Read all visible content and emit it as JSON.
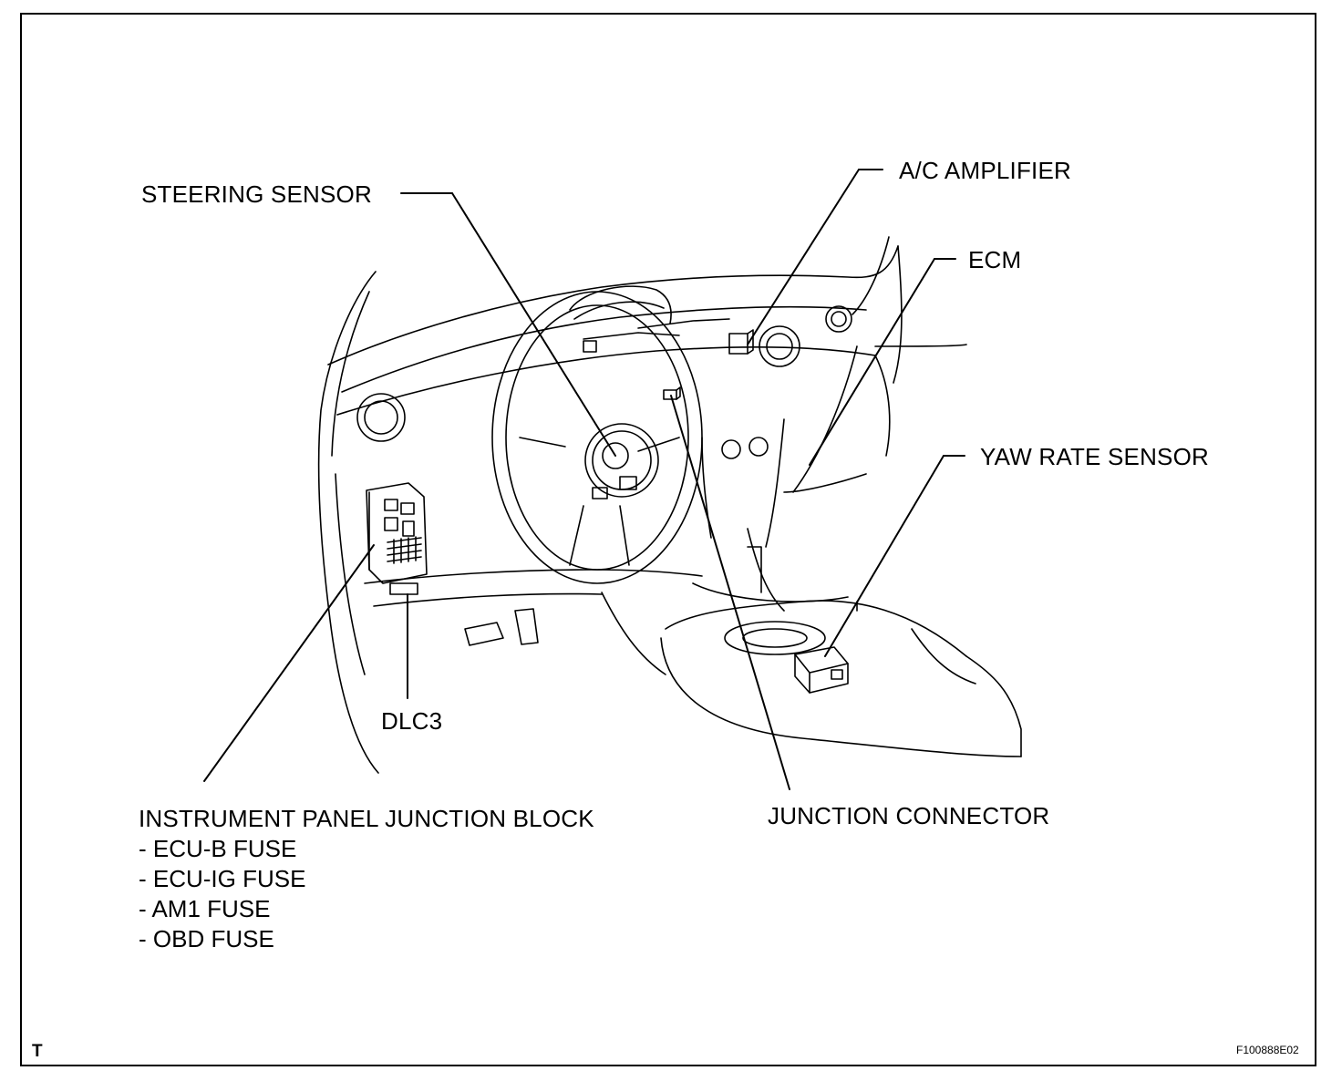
{
  "labels": {
    "steering_sensor": "STEERING SENSOR",
    "ac_amplifier": "A/C AMPLIFIER",
    "ecm": "ECM",
    "yaw_rate_sensor": "YAW RATE SENSOR",
    "dlc3": "DLC3",
    "junction_connector": "JUNCTION CONNECTOR",
    "junction_block": {
      "title": "INSTRUMENT PANEL JUNCTION BLOCK",
      "fuses": [
        "- ECU-B FUSE",
        "- ECU-IG FUSE",
        "- AM1 FUSE",
        "- OBD FUSE"
      ]
    }
  },
  "footer": {
    "corner_mark": "T",
    "figure_id": "F100888E02"
  },
  "colors": {
    "line": "#000000",
    "background": "#ffffff"
  }
}
